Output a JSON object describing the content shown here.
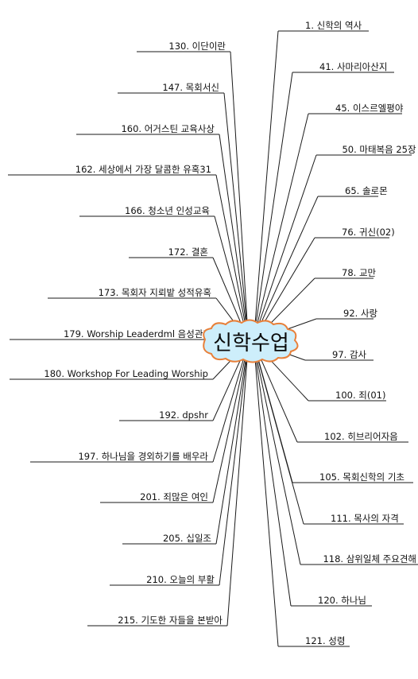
{
  "center": {
    "label": "신학수업"
  },
  "left_topics": [
    {
      "label": "130.  이단이란"
    },
    {
      "label": "147.  목회서신"
    },
    {
      "label": "160.  어거스틴 교육사상"
    },
    {
      "label": "162.  세상에서 가장 달콤한 유혹31"
    },
    {
      "label": "166.  청소년 인성교육"
    },
    {
      "label": "172.  결혼"
    },
    {
      "label": "173.  목회자 지뢰밭 성적유혹"
    },
    {
      "label": "179.  Worship Leaderdml 음성관리"
    },
    {
      "label": "180.  Workshop For Leading Worship"
    },
    {
      "label": "192.  dpshr"
    },
    {
      "label": "197.  하나님을 경외하기를 배우라"
    },
    {
      "label": "201.  죄많은 여인"
    },
    {
      "label": "205.  십일조"
    },
    {
      "label": "210.  오늘의 부활"
    },
    {
      "label": "215.  기도한 자들을 본받아"
    }
  ],
  "right_topics": [
    {
      "label": "1.  신학의 역사"
    },
    {
      "label": "41.  사마리아산지"
    },
    {
      "label": "45.  이스르엘평야"
    },
    {
      "label": "50.  마태복음 25장"
    },
    {
      "label": "65.  솔로몬"
    },
    {
      "label": "76.  귀신(02)"
    },
    {
      "label": "78.  교만"
    },
    {
      "label": "92.  사랑"
    },
    {
      "label": "97.  감사"
    },
    {
      "label": "100.  죄(01)"
    },
    {
      "label": "102.  히브리어자음"
    },
    {
      "label": "105.  목회신학의 기초"
    },
    {
      "label": "111.  목사의 자격"
    },
    {
      "label": "118.  삼위일체 주요견해"
    },
    {
      "label": "120.  하나님"
    },
    {
      "label": "121.  성령"
    }
  ],
  "colors": {
    "center_fill": "#cdeefb",
    "center_outline": "#e8803a",
    "line": "#1a1a1a"
  }
}
